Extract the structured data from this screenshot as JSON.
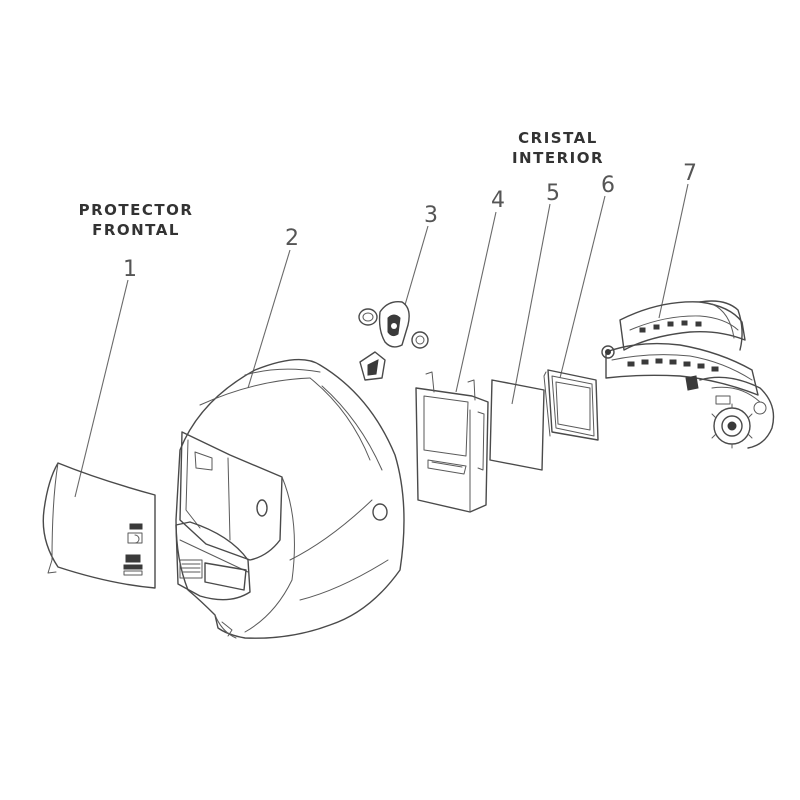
{
  "captions": {
    "protector": [
      "PROTECTOR",
      "FRONTAL"
    ],
    "cristal": [
      "CRISTAL",
      "INTERIOR"
    ]
  },
  "parts": [
    {
      "number": "1"
    },
    {
      "number": "2"
    },
    {
      "number": "3"
    },
    {
      "number": "4"
    },
    {
      "number": "5"
    },
    {
      "number": "6"
    },
    {
      "number": "7"
    }
  ]
}
